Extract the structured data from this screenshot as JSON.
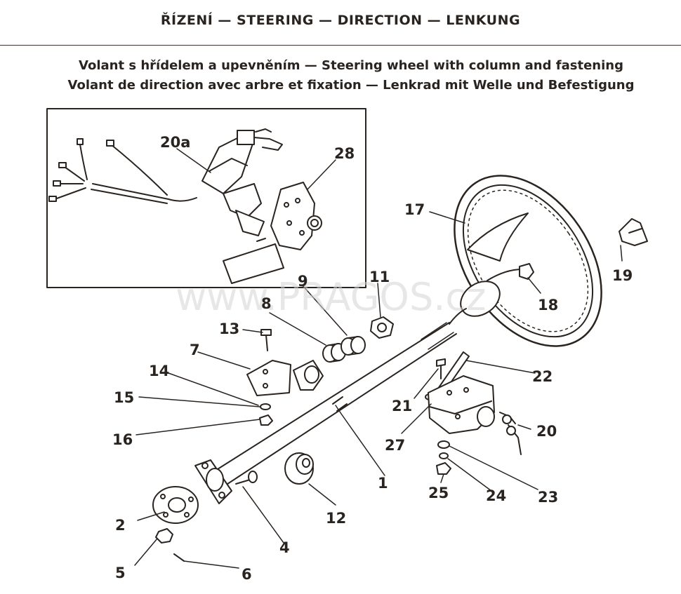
{
  "header": {
    "title": "ŘÍZENÍ — STEERING — DIRECTION — LENKUNG"
  },
  "subtitle": {
    "line1": "Volant s hřídelem a upevněním — Steering wheel with column and fastening",
    "line2": "Volant de direction avec arbre et fixation — Lenkrad mit Welle und Befestigung"
  },
  "watermark": "www.PRAGOS.cz",
  "parts": {
    "p1": "1",
    "p2": "2",
    "p4": "4",
    "p5": "5",
    "p6": "6",
    "p7": "7",
    "p8": "8",
    "p9": "9",
    "p11": "11",
    "p12": "12",
    "p13": "13",
    "p14": "14",
    "p15": "15",
    "p16": "16",
    "p17": "17",
    "p18": "18",
    "p19": "19",
    "p20": "20",
    "p20a": "20a",
    "p21": "21",
    "p22": "22",
    "p23": "23",
    "p24": "24",
    "p25": "25",
    "p27": "27",
    "p28": "28"
  }
}
